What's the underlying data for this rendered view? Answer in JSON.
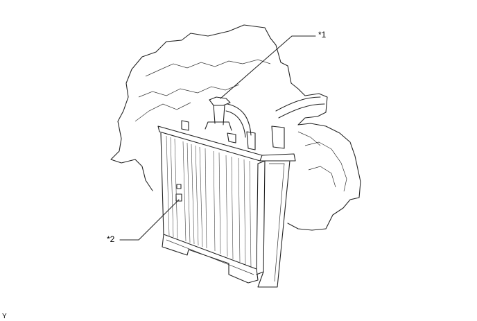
{
  "callouts": [
    {
      "id": "c1",
      "label": "*1"
    },
    {
      "id": "c2",
      "label": "*2"
    }
  ],
  "figure_code": "Y",
  "parts": {
    "engine": "engine-outline",
    "radiator": "radiator-assembly",
    "cap": "radiator-cap",
    "drain": "drain-cock-plug"
  }
}
